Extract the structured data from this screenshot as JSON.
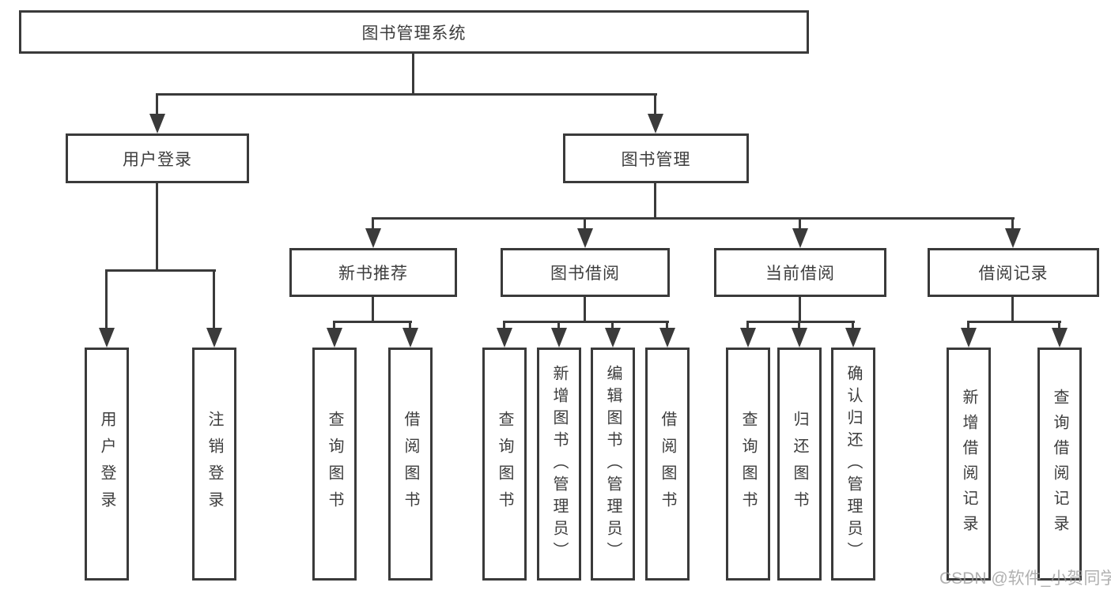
{
  "diagram": {
    "root": "图书管理系统",
    "level1": {
      "user_login": "用户登录",
      "book_management": "图书管理"
    },
    "level2": {
      "new_book_recommend": "新书推荐",
      "book_borrow": "图书借阅",
      "current_borrow": "当前借阅",
      "borrow_records": "借阅记录"
    },
    "leaves": {
      "user_login_1": "用户登录",
      "user_login_2": "注销登录",
      "new_book_1": "查询图书",
      "new_book_2": "借阅图书",
      "book_borrow_1": "查询图书",
      "book_borrow_2": "新增图书（管理员）",
      "book_borrow_3": "编辑图书（管理员）",
      "book_borrow_4": "借阅图书",
      "current_borrow_1": "查询图书",
      "current_borrow_2": "归还图书",
      "current_borrow_3": "确认归还（管理员）",
      "borrow_records_1": "新增借阅记录",
      "borrow_records_2": "查询借阅记录"
    }
  },
  "watermark": "CSDN @软件_小贺同学",
  "colors": {
    "line": "#3a3a3a",
    "text": "#3d3d3d",
    "background": "#ffffff",
    "watermark": "#9b9b9b"
  }
}
